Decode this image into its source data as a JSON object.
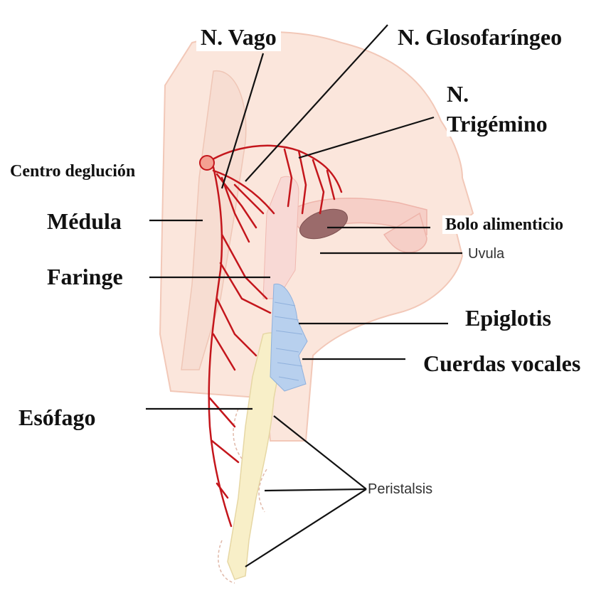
{
  "labels": {
    "vago": "N. Vago",
    "glosofaringeo": "N. Glosofaríngeo",
    "trigemino_1": "N.",
    "trigemino_2": "Trigémino",
    "centro": "Centro deglución",
    "medula": "Médula",
    "bolo": "Bolo alimenticio",
    "uvula": "Uvula",
    "faringe": "Faringe",
    "epiglotis": "Epiglotis",
    "cuerdas": "Cuerdas vocales",
    "esofago": "Esófago",
    "peristalsis": "Peristalsis"
  },
  "colors": {
    "nerve": "#c4161c",
    "skin": "#fbe6dc",
    "skin_edge": "#f2c8b8",
    "esophagus": "#f8efc8",
    "epiglottis": "#b8d0ee",
    "bolus": "#9b6b6b",
    "center": "#f4a092"
  }
}
